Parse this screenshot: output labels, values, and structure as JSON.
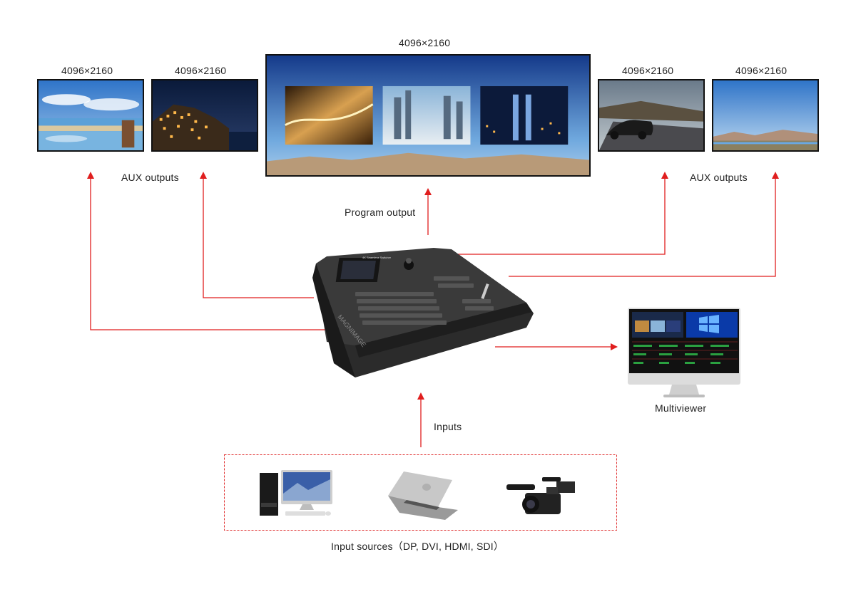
{
  "top_resolutions": {
    "aux1": "4096×2160",
    "aux2": "4096×2160",
    "program": "4096×2160",
    "aux3": "4096×2160",
    "aux4": "4096×2160"
  },
  "labels": {
    "aux_left": "AUX outputs",
    "aux_right": "AUX outputs",
    "program_output": "Program output",
    "multiviewer": "Multiviewer",
    "inputs": "Inputs",
    "input_sources": "Input sources（DP, DVI, HDMI, SDI）"
  },
  "switcher": {
    "panel_title": "4K Seamless Switcher",
    "brand": "MAGNIMAGE"
  },
  "colors": {
    "arrow": "#e01e1e",
    "dashed_box": "#e03030",
    "device_body": "#2b2b2b"
  },
  "icons": [
    "desktop-computer-icon",
    "laptop-icon",
    "video-camera-icon"
  ]
}
